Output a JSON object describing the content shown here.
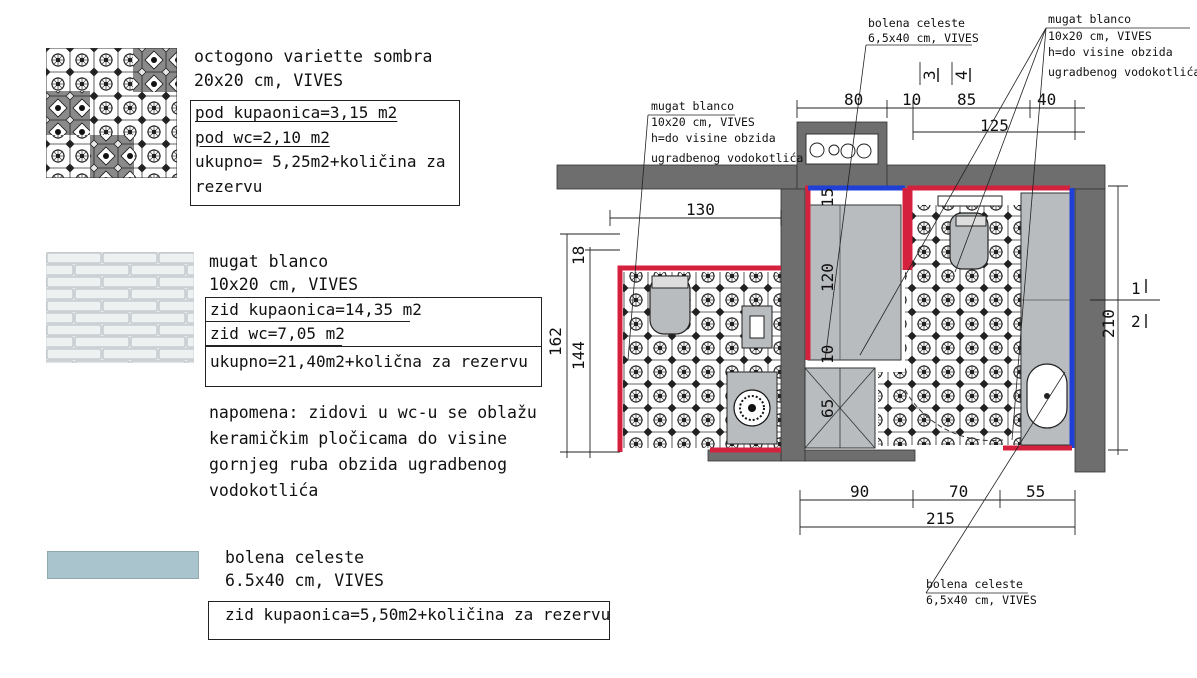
{
  "tiles": {
    "octagon": {
      "name": "octogono variette sombra",
      "spec": "20x20 cm, VIVES",
      "rows": [
        "pod kupaonica=3,15 m2",
        "pod wc=2,10 m2",
        "ukupno= 5,25m2+količina za",
        "rezervu"
      ]
    },
    "mugat": {
      "name": "mugat blanco",
      "spec": "10x20 cm, VIVES",
      "rows": [
        "zid kupaonica=14,35 m2",
        "zid wc=7,05 m2",
        "ukupno=21,40m2+količna za rezervu"
      ]
    },
    "note": [
      "napomena: zidovi u wc-u se oblažu",
      "keramičkim pločicama do visine",
      "gornjeg ruba obzida ugradbenog",
      "vodokotlića"
    ],
    "bolena": {
      "name": "bolena celeste",
      "spec": "6.5x40 cm, VIVES",
      "rows": [
        "zid kupaonica=5,50m2+količina za rezervu"
      ]
    }
  },
  "plan": {
    "callouts": {
      "mugat_left": [
        "mugat blanco",
        "10x20 cm, VIVES",
        "h=do visine obzida",
        "ugradbenog vodokotlića"
      ],
      "bolena_top": [
        "bolena celeste",
        "6,5x40 cm, VIVES"
      ],
      "mugat_right": [
        "mugat blanco",
        "10x20 cm, VIVES",
        "h=do visine obzida",
        "ugradbenog vodokotlića"
      ],
      "bolena_bottom": [
        "bolena celeste",
        "6,5x40 cm, VIVES"
      ]
    },
    "dims": {
      "top": [
        "80",
        "10",
        "85",
        "40"
      ],
      "top_total": "125",
      "top_small": [
        "3",
        "4"
      ],
      "wc_width": "130",
      "left_vertical": [
        "18",
        "162",
        "144"
      ],
      "shower": [
        "15",
        "120",
        "10",
        "65"
      ],
      "right_vertical": "210",
      "right_marks": [
        "1",
        "2"
      ],
      "bottom": [
        "90",
        "70",
        "55"
      ],
      "bottom_total": "215"
    },
    "colors": {
      "red": "#d4213d",
      "blue": "#1f3fd6",
      "wall": "#6e6e6e",
      "grey_fill": "#b9bcbf"
    }
  }
}
